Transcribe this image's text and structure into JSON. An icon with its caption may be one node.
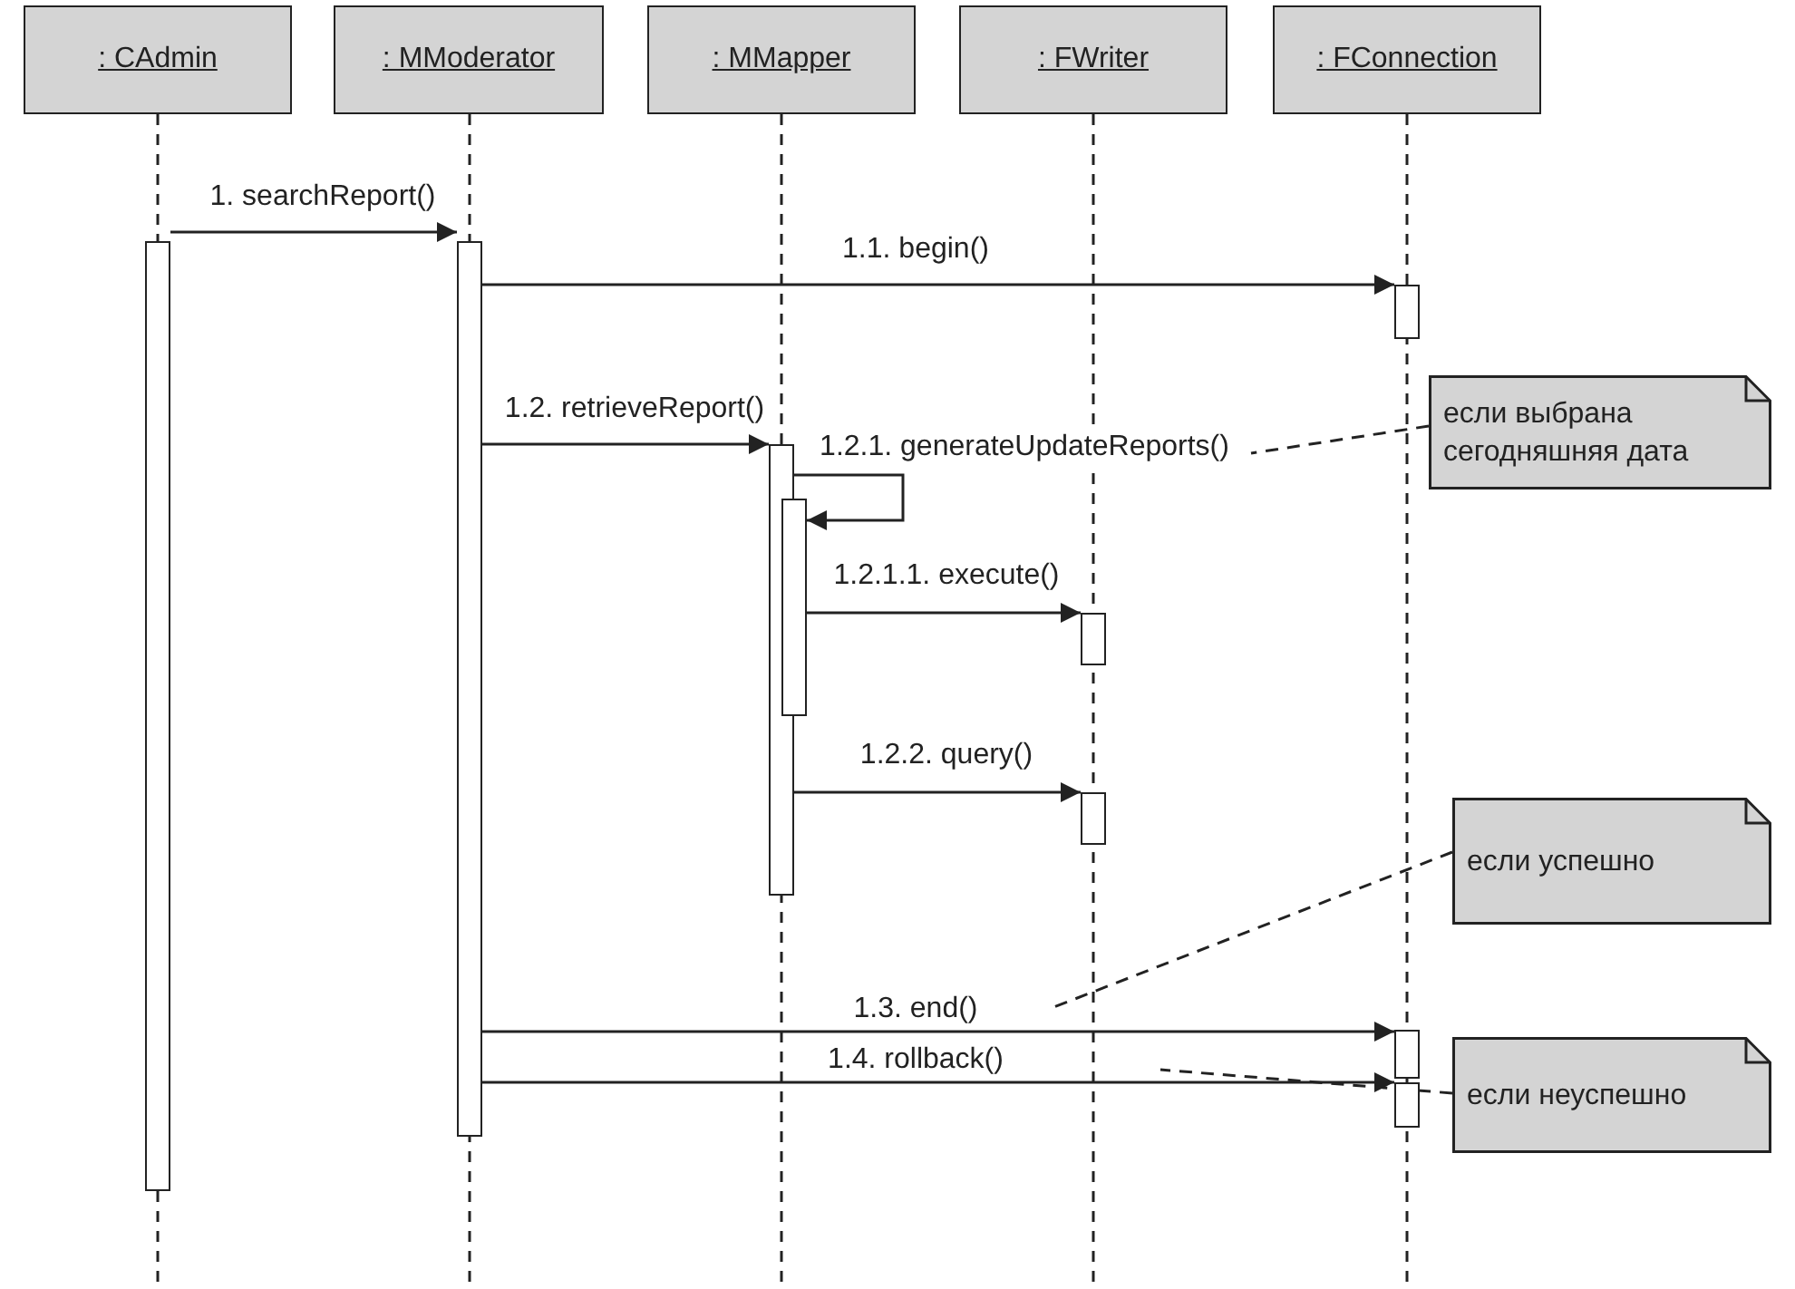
{
  "diagram": {
    "nodes": [
      {
        "text": [
          ": CAdmin"
        ]
      },
      {
        "text": [
          ": MModerator"
        ]
      },
      {
        "text": [
          ": MMapper"
        ]
      },
      {
        "text": [
          ": FWriter"
        ]
      },
      {
        "text": [
          ": FConnection"
        ]
      },
      {
        "text": [],
        "shape": "bar"
      },
      {
        "text": [],
        "shape": "bar"
      },
      {
        "text": [],
        "shape": "bar"
      },
      {
        "text": [],
        "shape": "bar"
      },
      {
        "text": [],
        "shape": "bar"
      },
      {
        "text": [],
        "shape": "bar"
      },
      {
        "text": [],
        "shape": "bar"
      },
      {
        "text": [],
        "shape": "bar"
      },
      {
        "text": [],
        "shape": "bar"
      },
      {
        "text": [
          "если выбрана сегодняшняя дата"
        ]
      },
      {
        "text": [
          "если успешно"
        ]
      },
      {
        "text": [
          "если неуспешно"
        ]
      }
    ],
    "edges": [
      {
        "from": 5,
        "to": 6,
        "arrow": "to",
        "label": "1. searchReport()"
      },
      {
        "from": 6,
        "to": 7,
        "arrow": "to",
        "label": "1.1. begin()"
      },
      {
        "from": 6,
        "to": 8,
        "arrow": "to",
        "label": "1.2. retrieveReport()"
      },
      {
        "from": 8,
        "to": 9,
        "arrow": "to",
        "label": "1.2.1. generateUpdateReports()"
      },
      {
        "from": 9,
        "to": 10,
        "arrow": "to",
        "label": "1.2.1.1. execute()"
      },
      {
        "from": 8,
        "to": 11,
        "arrow": "to",
        "label": "1.2.2. query()"
      },
      {
        "from": 6,
        "to": 12,
        "arrow": "to",
        "label": "1.3. end()"
      },
      {
        "from": 6,
        "to": 13,
        "arrow": "to",
        "label": "1.4. rollback()"
      },
      {
        "from": 14,
        "to": null,
        "arrow": "none",
        "style": "dashed"
      },
      {
        "from": 15,
        "to": null,
        "arrow": "none",
        "style": "dashed"
      },
      {
        "from": 16,
        "to": null,
        "arrow": "none",
        "style": "dashed"
      }
    ]
  }
}
